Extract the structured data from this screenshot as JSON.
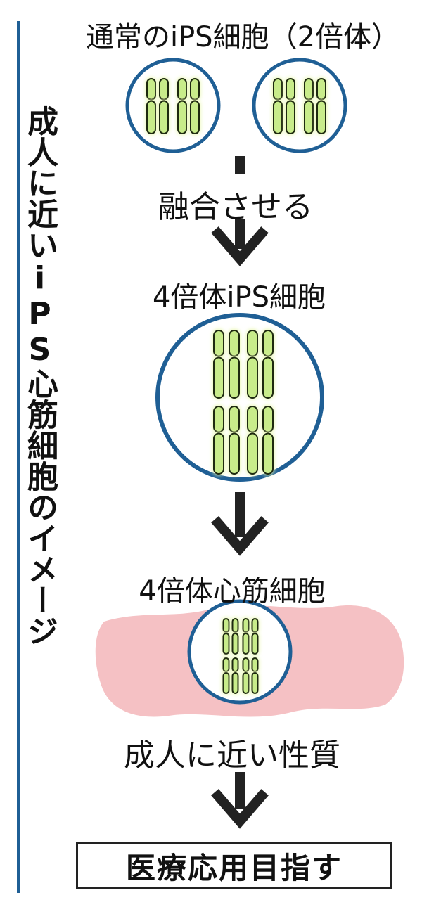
{
  "title": "成人に近いiPS心筋細胞のイメージ",
  "labels": {
    "normal_cells": "通常のiPS細胞（2倍体）",
    "fuse": "融合させる",
    "tetraploid_ips": "4倍体iPS細胞",
    "tetraploid_cardiomyocyte": "4倍体心筋細胞",
    "adult_like": "成人に近い性質",
    "goal": "医療応用目指す"
  },
  "colors": {
    "cell_border": "#1f5f95",
    "chromosome_fill": "#c8ec8a",
    "chromosome_glow": "#e9f8b0",
    "chromosome_stroke": "#1e2a10",
    "tissue": "#f5c1c4",
    "side_rule": "#1f5f95",
    "arrow": "#222222"
  }
}
